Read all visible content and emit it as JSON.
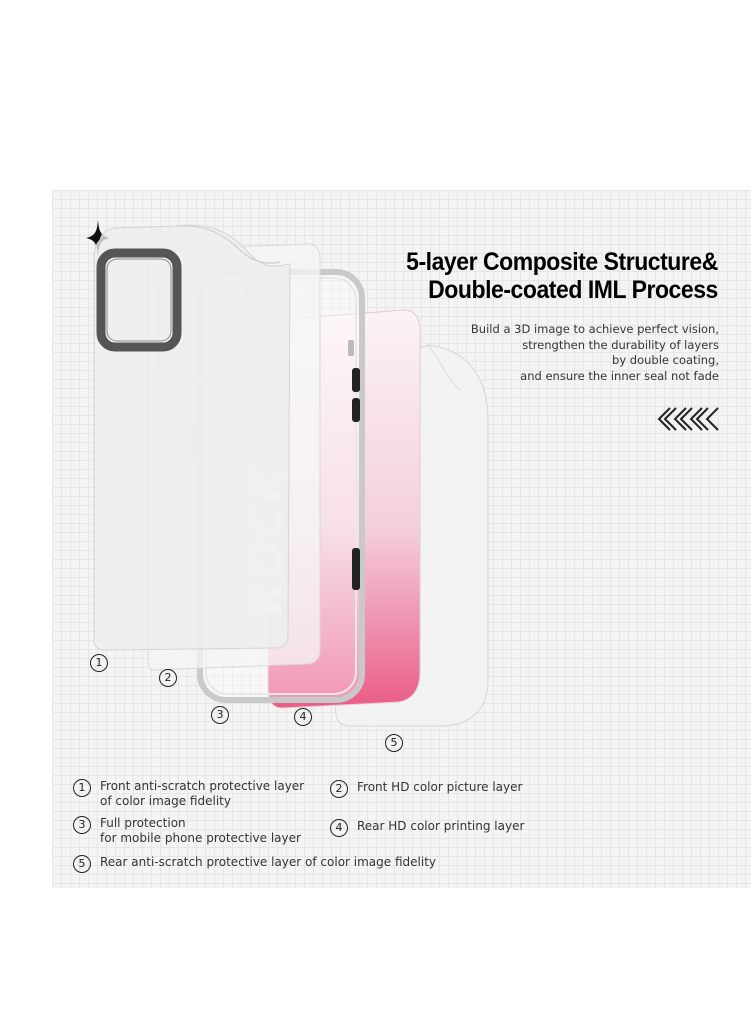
{
  "title_line1": "5-layer Composite Structure&",
  "title_line2": "Double-coated IML Process",
  "subtitle_lines": [
    "Build a 3D image to achieve perfect vision,",
    "strengthen the durability of layers",
    "by double coating,",
    "and ensure the inner seal not fade"
  ],
  "case_text": "ROCK",
  "layer_markers": [
    "1",
    "2",
    "3",
    "4",
    "5"
  ],
  "legend": [
    {
      "num": "1",
      "line1": "Front anti-scratch protective layer",
      "line2": "of color image fidelity"
    },
    {
      "num": "2",
      "line1": "Front HD color picture layer",
      "line2": ""
    },
    {
      "num": "3",
      "line1": "Full protection",
      "line2": "for mobile phone protective layer"
    },
    {
      "num": "4",
      "line1": "Rear HD color printing layer",
      "line2": ""
    },
    {
      "num": "5",
      "line1": "Rear anti-scratch protective layer of color image fidelity",
      "line2": ""
    }
  ],
  "colors": {
    "background": "#ffffff",
    "grid_panel": "#f4f4f4",
    "pink_gradient_top": "#fbf3f6",
    "pink_gradient_bottom": "#ea5c86",
    "camera_ring": "#555555",
    "text_dark": "#000000"
  },
  "icons": [
    "sparkle-icon",
    "chevrons-left-icon"
  ]
}
